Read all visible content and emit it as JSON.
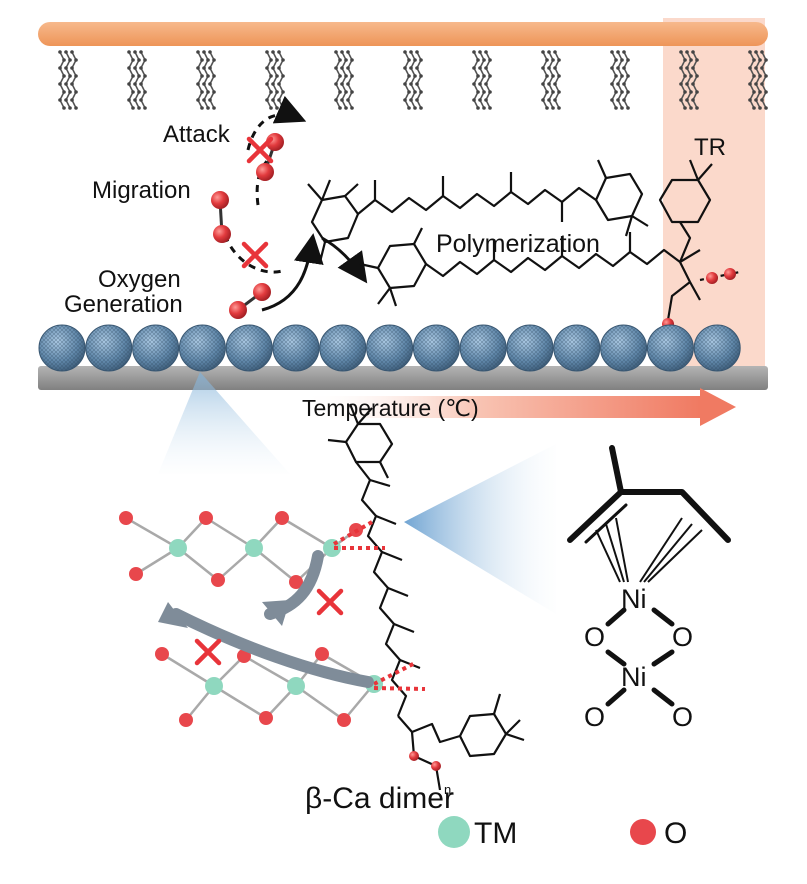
{
  "labels": {
    "attack": "Attack",
    "migration": "Migration",
    "oxygen_generation_line1": "Oxygen",
    "oxygen_generation_line2": "Generation",
    "polymerization": "Polymerization",
    "tr": "TR",
    "temperature": "Temperature (℃)",
    "dimer_title": "β-Ca dimer",
    "legend_tm": "TM",
    "legend_o": "O",
    "ni_top": "Ni",
    "ni_bottom": "Ni",
    "o_left_upper": "O",
    "o_right_upper": "O",
    "o_left_lower": "O",
    "o_right_lower": "O",
    "subscript_n": "n"
  },
  "colors": {
    "current_collector": "#f2a16a",
    "tr_band": "#fbd9cb",
    "substrate": "#9a9a9a",
    "particle": "#5f86a8",
    "oxygen_red": "#e8474c",
    "tm_green": "#8fd8bf",
    "arrow_gray": "#7f8c99",
    "temperature_arrow": "#f08870"
  }
}
